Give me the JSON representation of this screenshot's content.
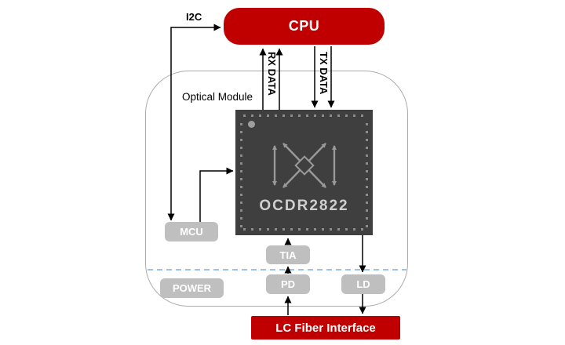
{
  "diagram": {
    "module_title": "Optical Module",
    "external": {
      "cpu": "CPU",
      "fiber": "LC Fiber Interface"
    },
    "buses": {
      "i2c": "I2C",
      "rx": "RX DATA",
      "tx": "TX DATA"
    },
    "chip": {
      "part_number": "OCDR2822",
      "logo": "x-cross-arrows"
    },
    "blocks": {
      "mcu": "MCU",
      "tia": "TIA",
      "power": "POWER",
      "pd": "PD",
      "ld": "LD"
    },
    "colors": {
      "accent_red": "#C00000",
      "chip_body": "#3F3F3F",
      "block_fill": "#BFBFBF",
      "module_border": "#ABABAB",
      "boundary_dash": "#9DC3E6",
      "connector": "#000000"
    }
  }
}
